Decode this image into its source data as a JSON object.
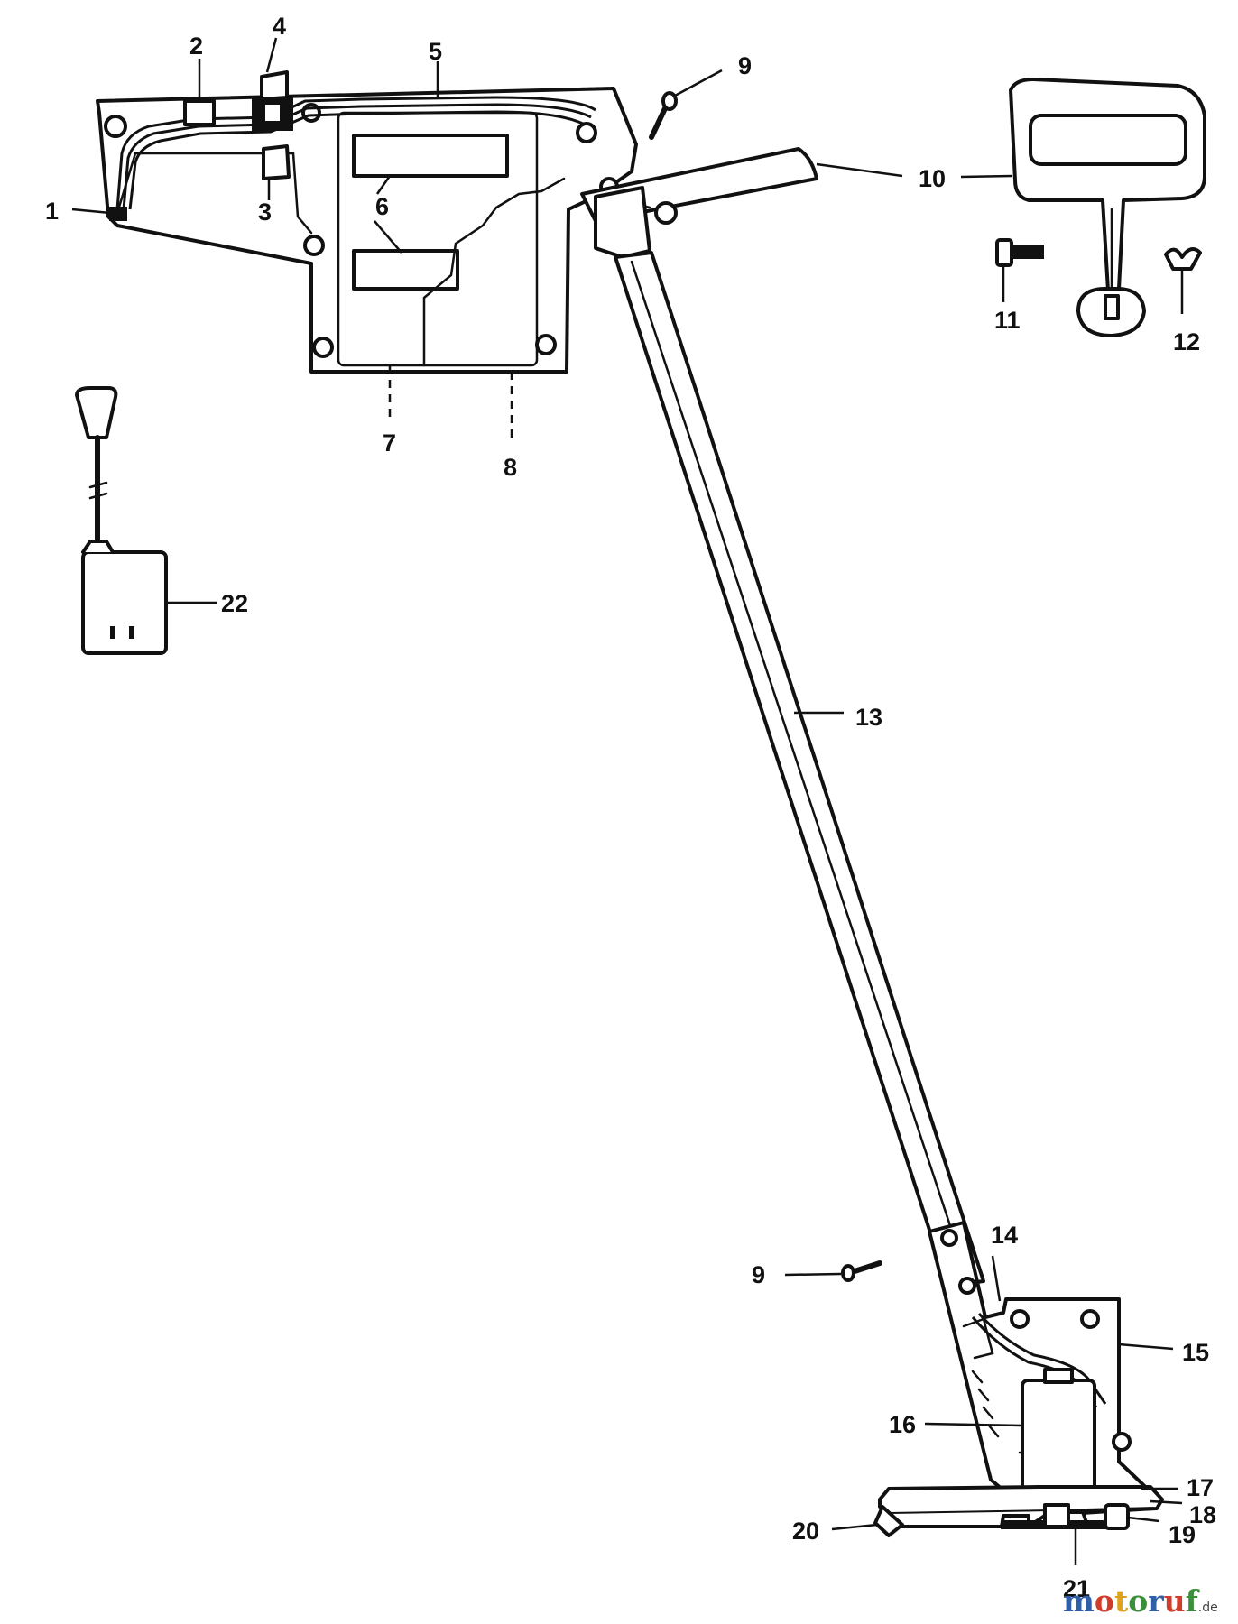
{
  "callouts": [
    {
      "id": "1",
      "label": "1"
    },
    {
      "id": "2",
      "label": "2"
    },
    {
      "id": "3",
      "label": "3"
    },
    {
      "id": "4",
      "label": "4"
    },
    {
      "id": "5",
      "label": "5"
    },
    {
      "id": "6",
      "label": "6"
    },
    {
      "id": "7",
      "label": "7"
    },
    {
      "id": "8",
      "label": "8"
    },
    {
      "id": "9a",
      "label": "9"
    },
    {
      "id": "9b",
      "label": "9"
    },
    {
      "id": "10",
      "label": "10"
    },
    {
      "id": "11",
      "label": "11"
    },
    {
      "id": "12",
      "label": "12"
    },
    {
      "id": "13",
      "label": "13"
    },
    {
      "id": "14",
      "label": "14"
    },
    {
      "id": "15",
      "label": "15"
    },
    {
      "id": "16",
      "label": "16"
    },
    {
      "id": "17",
      "label": "17"
    },
    {
      "id": "18",
      "label": "18"
    },
    {
      "id": "19",
      "label": "19"
    },
    {
      "id": "20",
      "label": "20"
    },
    {
      "id": "21",
      "label": "21"
    },
    {
      "id": "22",
      "label": "22"
    }
  ],
  "watermark": {
    "letters": [
      "m",
      "o",
      "t",
      "o",
      "r",
      "u",
      "f"
    ],
    "letter_colors": [
      "#2f5fa8",
      "#d03c2a",
      "#e0a21a",
      "#3b8f3a",
      "#2f5fa8",
      "#d03c2a",
      "#3b8f3a"
    ],
    "suffix": ".de"
  }
}
